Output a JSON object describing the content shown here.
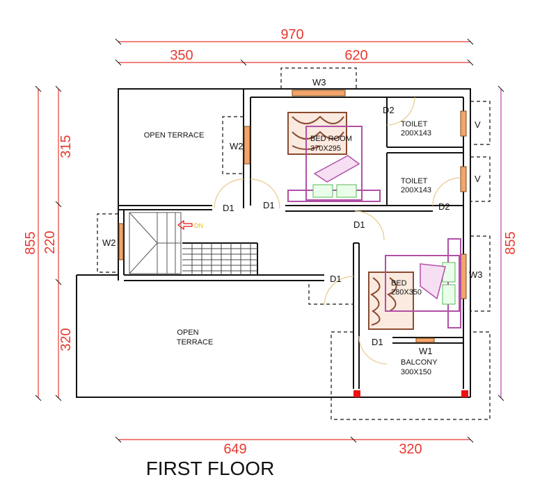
{
  "plan": {
    "title": "FIRST FLOOR",
    "dimensions": {
      "top_total": "970",
      "top_left": "350",
      "top_right": "620",
      "left_total": "855",
      "left_top": "315",
      "left_mid": "220",
      "left_bottom": "320",
      "right_total": "855",
      "bottom_left": "649",
      "bottom_right": "320"
    },
    "rooms": {
      "open_terrace_top": "OPEN TERRACE",
      "bedroom_name": "BED ROOM",
      "bedroom_size": "370X295",
      "toilet1_name": "TOILET",
      "toilet1_size": "200X143",
      "toilet2_name": "TOILET",
      "toilet2_size": "200X143",
      "open_terrace_bottom_1": "OPEN",
      "open_terrace_bottom_2": "TERRACE",
      "bed2_name": "BED",
      "bed2_size": "280X350",
      "balcony_name": "BALCONY",
      "balcony_size": "300X150",
      "stair_dn": "DN"
    },
    "labels": {
      "w3_top": "W3",
      "w2_upper": "W2",
      "w2_left": "W2",
      "w3_right": "W3",
      "w1": "W1",
      "v_top": "V",
      "v_bottom": "V",
      "d2_top": "D2",
      "d2_right": "D2",
      "d1_a": "D1",
      "d1_b": "D1",
      "d1_c": "D1",
      "d1_d": "D1",
      "d1_e": "D1"
    }
  }
}
